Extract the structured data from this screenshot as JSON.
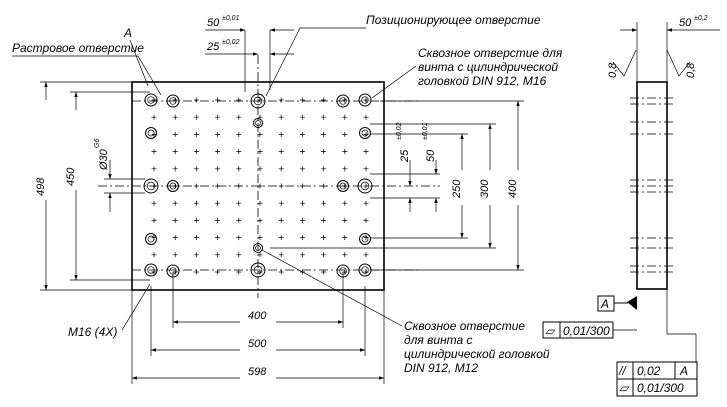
{
  "labels": {
    "raster_hole": "Растровое отверстие",
    "datum_a": "A",
    "positioning_hole": "Позиционирующее отверстие",
    "through_m16_line1": "Сквозное отверстие для",
    "through_m16_line2": "винта с цилиндрической",
    "through_m16_line3": "головкой DIN 912, M16",
    "through_m12_line1": "Сквозное отверстие",
    "through_m12_line2": "для винта с",
    "through_m12_line3": "цилиндрической головкой",
    "through_m12_line4": "DIN 912, M12",
    "m16_count": "M16 (4X)"
  },
  "dimensions": {
    "top_50": "50",
    "top_50_tol": "±0,01",
    "top_25": "25",
    "top_25_tol": "±0,02",
    "left_498": "498",
    "left_450": "450",
    "dia_30": "Ø30",
    "dia_30_fit": "G6",
    "right_25": "25",
    "right_25_tol": "±0,02",
    "right_50": "50",
    "right_50_tol": "±0,01",
    "right_250": "250",
    "right_300": "300",
    "right_400": "400",
    "bottom_400": "400",
    "bottom_500": "500",
    "bottom_598": "598",
    "side_50": "50",
    "side_50_tol": "±0,2",
    "roughness_left": "0,8",
    "roughness_right": "0,8"
  },
  "tolerances": {
    "flatness_value": "0,01/300",
    "datum_box": "A",
    "parallelism_value": "0,02",
    "parallelism_datum": "A",
    "flatness2_value": "0,01/300",
    "parallel_symbol": "//",
    "flatness_symbol": "▱"
  }
}
